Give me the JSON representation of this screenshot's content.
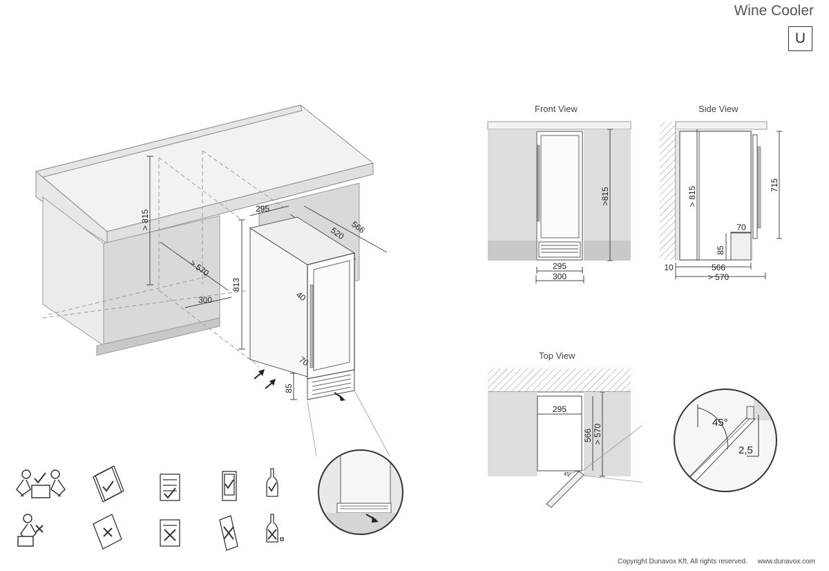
{
  "header": {
    "title": "Wine Cooler",
    "variant": "U"
  },
  "views": {
    "front_title": "Front View",
    "side_title": "Side View",
    "top_title": "Top View"
  },
  "iso": {
    "dim_815": "> 815",
    "dim_570": "> 570",
    "dim_300": "300",
    "dim_295": "295",
    "dim_520": "520",
    "dim_566": "566",
    "dim_813": "813",
    "dim_40": "40",
    "dim_70": "70",
    "dim_85": "85"
  },
  "front": {
    "dim_815": ">815",
    "dim_295": "295",
    "dim_300": "300"
  },
  "side": {
    "dim_715": "715",
    "dim_815": "> 815",
    "dim_70": "70",
    "dim_85": "85",
    "dim_10": "10",
    "dim_566": "566",
    "dim_570": "> 570"
  },
  "top": {
    "dim_295": "295",
    "dim_566": "566",
    "dim_570": "> 570",
    "angle_small": "45°",
    "angle": "45°",
    "gap": "2,5"
  },
  "footer": {
    "copyright": "Copyright Dunavox Kft. All rights reserved.",
    "website": "www.dunavox.com"
  }
}
